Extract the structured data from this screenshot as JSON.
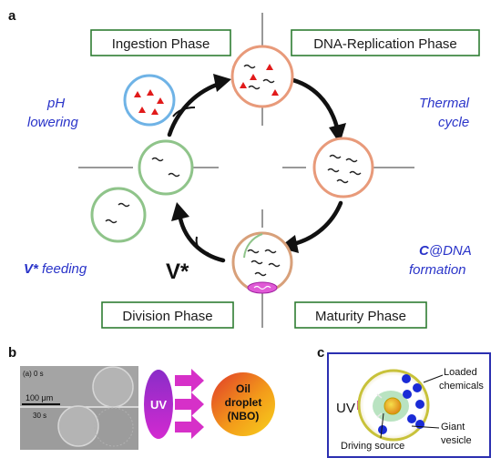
{
  "panels": {
    "a": "a",
    "b": "b",
    "c": "c"
  },
  "phases": {
    "ingestion": "Ingestion Phase",
    "replication": "DNA-Replication Phase",
    "division": "Division Phase",
    "maturity": "Maturity Phase"
  },
  "conditions": {
    "ph_line1": "pH",
    "ph_line2": "lowering",
    "thermal_line1": "Thermal",
    "thermal_line2": "cycle",
    "feeding_bold": "V*",
    "feeding_rest": " feeding",
    "cdna_bold": "C",
    "cdna_rest": "@DNA",
    "cdna_line2": "formation"
  },
  "v_star": "V*",
  "panel_b": {
    "time_0": "(a) 0 s",
    "scale": "100 μm",
    "time_30": "30 s",
    "uv": "UV",
    "oil_line1": "Oil",
    "oil_line2": "droplet",
    "oil_line3": "(NBO)"
  },
  "panel_c": {
    "uv": "UV",
    "loaded_line1": "Loaded",
    "loaded_line2": "chemicals",
    "driving": "Driving source",
    "giant_line1": "Giant",
    "giant_line2": "vesicle"
  },
  "colors": {
    "phase_box": "#2e7d32",
    "blue_text": "#2a34c9",
    "arrow_magenta": "#d630c8",
    "panel_c_border": "#2b2fb0"
  }
}
